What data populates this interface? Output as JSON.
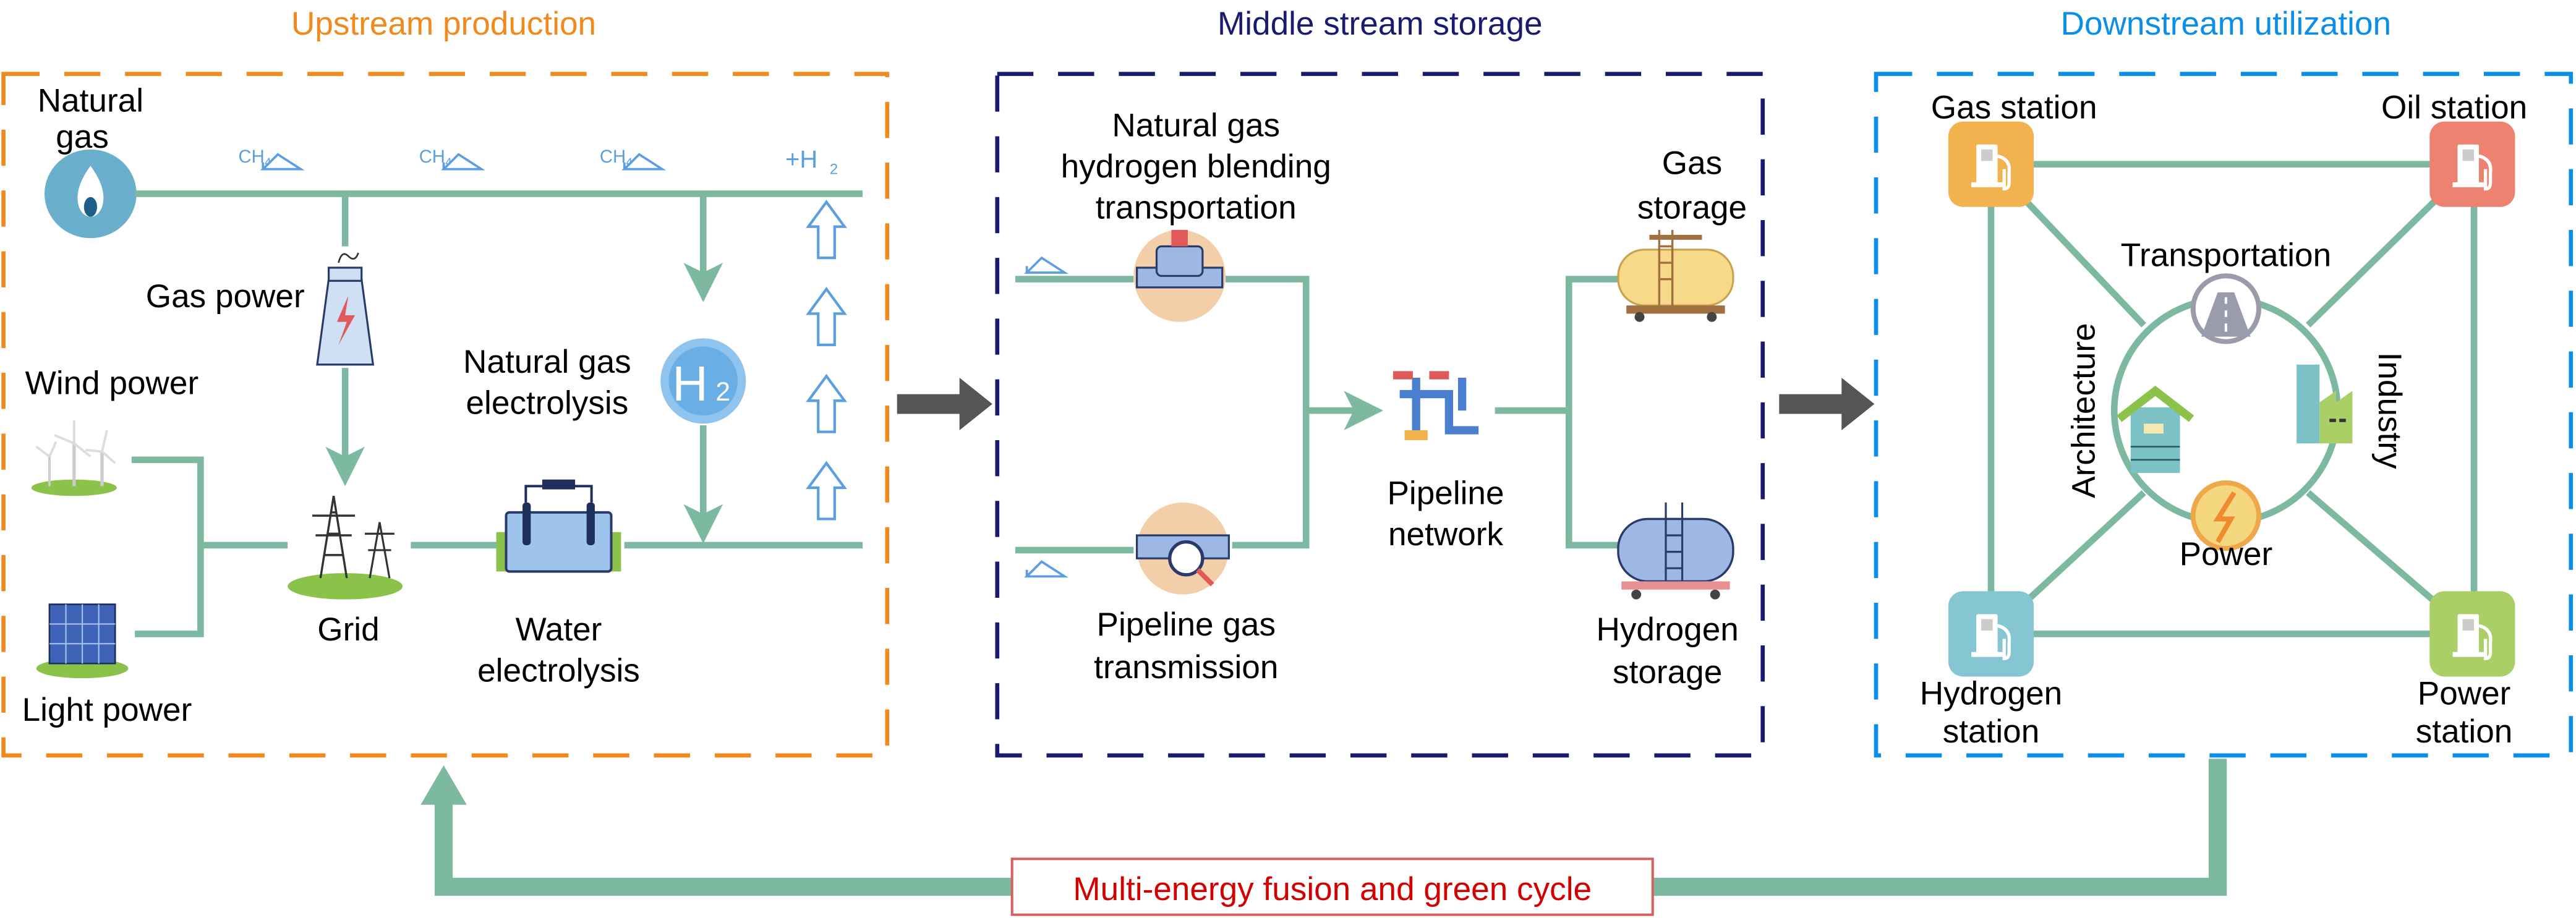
{
  "colors": {
    "upstream": "#F08A1C",
    "midstream": "#1A1A6E",
    "downstream": "#0A8EE8",
    "flow_line": "#7DB9A0",
    "cycle_text": "#D40000",
    "arrow": "#555555"
  },
  "upstream": {
    "title": "Upstream production",
    "natural_gas": [
      "Natural",
      "gas"
    ],
    "ch4": "CH",
    "ch4_sub": "4",
    "plus_h2": "+H",
    "h2_sub": "2",
    "gas_power": "Gas power",
    "ng_electrolysis": [
      "Natural gas",
      "electrolysis"
    ],
    "h2_icon_text": "H",
    "wind_power": "Wind power",
    "light_power": "Light power",
    "grid": "Grid",
    "water_electrolysis": [
      "Water",
      "electrolysis"
    ]
  },
  "midstream": {
    "title": "Middle stream storage",
    "blending": [
      "Natural gas",
      "hydrogen blending",
      "transportation"
    ],
    "pipeline_transmission": [
      "Pipeline gas",
      "transmission"
    ],
    "pipeline_network": [
      "Pipeline",
      "network"
    ],
    "gas_storage": [
      "Gas",
      "storage"
    ],
    "hydrogen_storage": [
      "Hydrogen",
      "storage"
    ]
  },
  "downstream": {
    "title": "Downstream utilization",
    "gas_station": "Gas station",
    "oil_station": "Oil station",
    "hydrogen_station": [
      "Hydrogen",
      "station"
    ],
    "power_station": [
      "Power",
      "station"
    ],
    "transportation": "Transportation",
    "architecture": "Architecture",
    "industry": "Industry",
    "power": "Power"
  },
  "cycle_label": "Multi-energy fusion and green cycle"
}
